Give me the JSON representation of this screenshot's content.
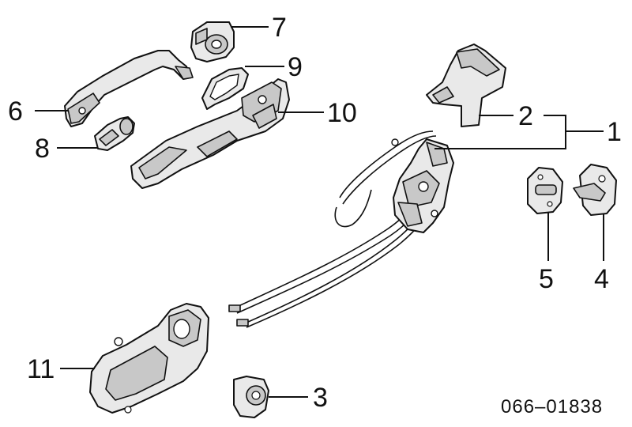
{
  "callouts": [
    {
      "id": "1",
      "label": "1"
    },
    {
      "id": "2",
      "label": "2"
    },
    {
      "id": "3",
      "label": "3"
    },
    {
      "id": "4",
      "label": "4"
    },
    {
      "id": "5",
      "label": "5"
    },
    {
      "id": "6",
      "label": "6"
    },
    {
      "id": "7",
      "label": "7"
    },
    {
      "id": "8",
      "label": "8"
    },
    {
      "id": "9",
      "label": "9"
    },
    {
      "id": "10",
      "label": "10"
    },
    {
      "id": "11",
      "label": "11"
    }
  ],
  "diagram_code": "066–01838"
}
